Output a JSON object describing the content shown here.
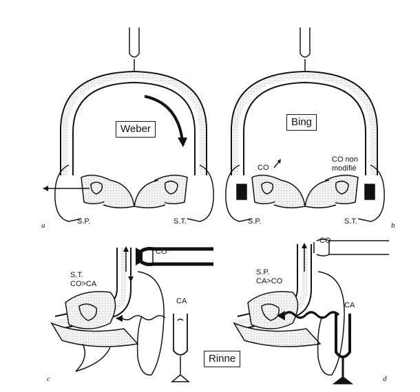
{
  "panels": {
    "a": {
      "letter": "a",
      "title": "Weber",
      "left_label": "S.P.",
      "right_label": "S.T."
    },
    "b": {
      "letter": "b",
      "title": "Bing",
      "left_label": "S.P.",
      "right_label": "S.T.",
      "co_left": "CO",
      "co_right_line1": "CO non",
      "co_right_line2": "modifié"
    },
    "c": {
      "letter": "c",
      "side": "S.T.",
      "comparison": "CO>CA",
      "co_label": "CO",
      "ca_label": "CA"
    },
    "d": {
      "letter": "d",
      "side": "S.P.",
      "comparison": "CA>CO",
      "co_label": "CO",
      "ca_label": "CA"
    }
  },
  "rinne_title": "Rinne",
  "colors": {
    "ink": "#111111",
    "stipple": "#888888",
    "background": "#ffffff"
  }
}
